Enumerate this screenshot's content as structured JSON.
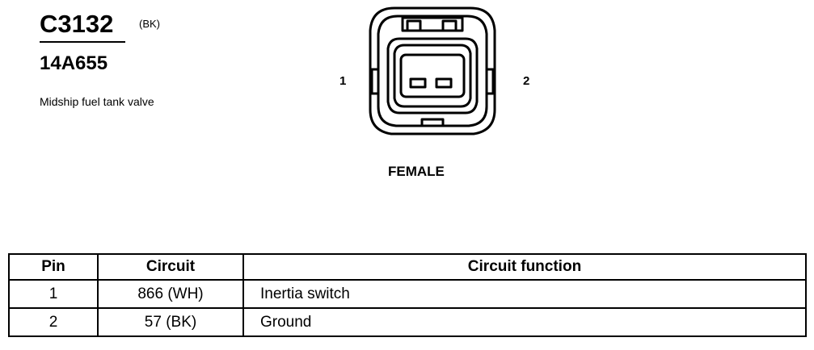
{
  "connector": {
    "id": "C3132",
    "color": "(BK)",
    "part_number": "14A655",
    "description": "Midship fuel tank valve",
    "gender": "FEMALE",
    "pin_labels": [
      "1",
      "2"
    ]
  },
  "pin_table": {
    "headers": [
      "Pin",
      "Circuit",
      "Circuit function"
    ],
    "rows": [
      {
        "pin": "1",
        "circuit": "866 (WH)",
        "function": "Inertia switch"
      },
      {
        "pin": "2",
        "circuit": "57 (BK)",
        "function": "Ground"
      }
    ]
  }
}
